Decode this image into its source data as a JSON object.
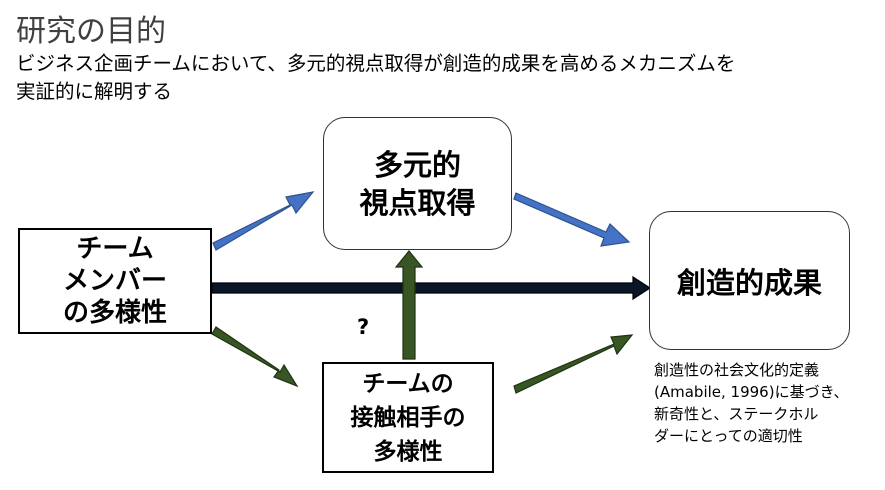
{
  "title": "研究の目的",
  "subtitle": {
    "line1": "ビジネス企画チームにおいて、多元的視点取得が創造的成果を高めるメカニズムを",
    "line2": "実証的に解明する"
  },
  "nodes": {
    "team_members": {
      "lines": [
        "チーム",
        "メンバー",
        "の多様性"
      ]
    },
    "perspective_taking": {
      "lines": [
        "多元的",
        "視点取得"
      ]
    },
    "creative_outcome": {
      "label": "創造的成果"
    },
    "contact_diversity": {
      "lines": [
        "チームの",
        "接触相手の",
        "多様性"
      ]
    }
  },
  "question_mark": "?",
  "note": {
    "lines": [
      "創造性の社会文化的定義",
      "(Amabile, 1996)に基づき、",
      "新奇性と、ステークホル",
      "ダーにとっての適切性"
    ]
  },
  "colors": {
    "blue_arrow": "#4472C4",
    "green_arrow": "#375623",
    "main_arrow": "#0a1628"
  }
}
